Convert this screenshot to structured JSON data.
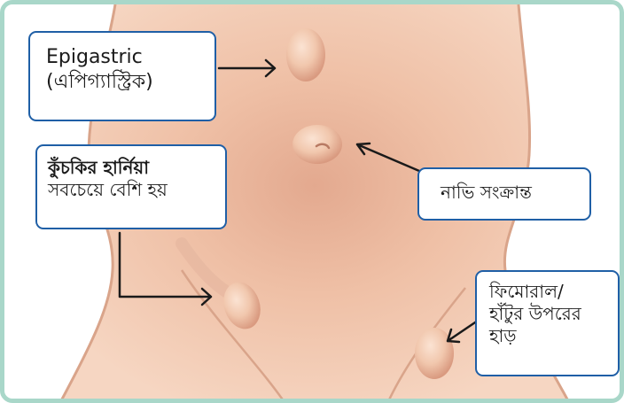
{
  "labels": {
    "epigastric": {
      "line1": "Epigastric",
      "line2": "(এপিগ্যাস্ট্রিক)"
    },
    "inguinal": {
      "title": "কুঁচকির হার্নিয়া",
      "subtitle": "সবচেয়ে বেশি হয়"
    },
    "umbilical": {
      "text": "নাভি সংক্রান্ত"
    },
    "femoral": {
      "line1": "ফিমোরাল/",
      "line2": "হাঁটুর উপরের",
      "line3": "হাড়"
    }
  },
  "colors": {
    "frame": "#a9d7c9",
    "label_border": "#1f5fa6",
    "arrow": "#1a1a1a",
    "skin": "#f0c3a8",
    "skin_shadow": "#d99a80"
  }
}
